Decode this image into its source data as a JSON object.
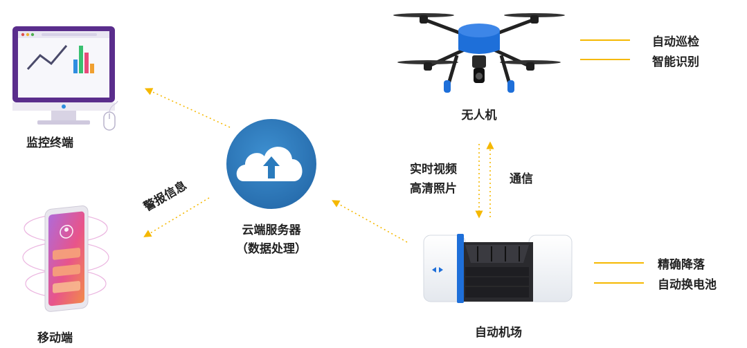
{
  "nodes": {
    "monitor": {
      "label": "监控终端"
    },
    "mobile": {
      "label": "移动端"
    },
    "cloud": {
      "label_line1": "云端服务器",
      "label_line2": "（数据处理）"
    },
    "drone": {
      "label": "无人机",
      "features": [
        "自动巡检",
        "智能识别"
      ]
    },
    "dock": {
      "label": "自动机场",
      "features": [
        "精确降落",
        "自动换电池"
      ]
    }
  },
  "edges": {
    "alarm": {
      "label": "警报信息"
    },
    "downlink": {
      "label_line1": "实时视频",
      "label_line2": "高清照片"
    },
    "uplink": {
      "label": "通信"
    }
  },
  "colors": {
    "accent": "#f5b800",
    "cloud_blue": "#2a7bbd",
    "drone_blue": "#1e6fd9",
    "monitor_purple": "#5a2d8c"
  }
}
